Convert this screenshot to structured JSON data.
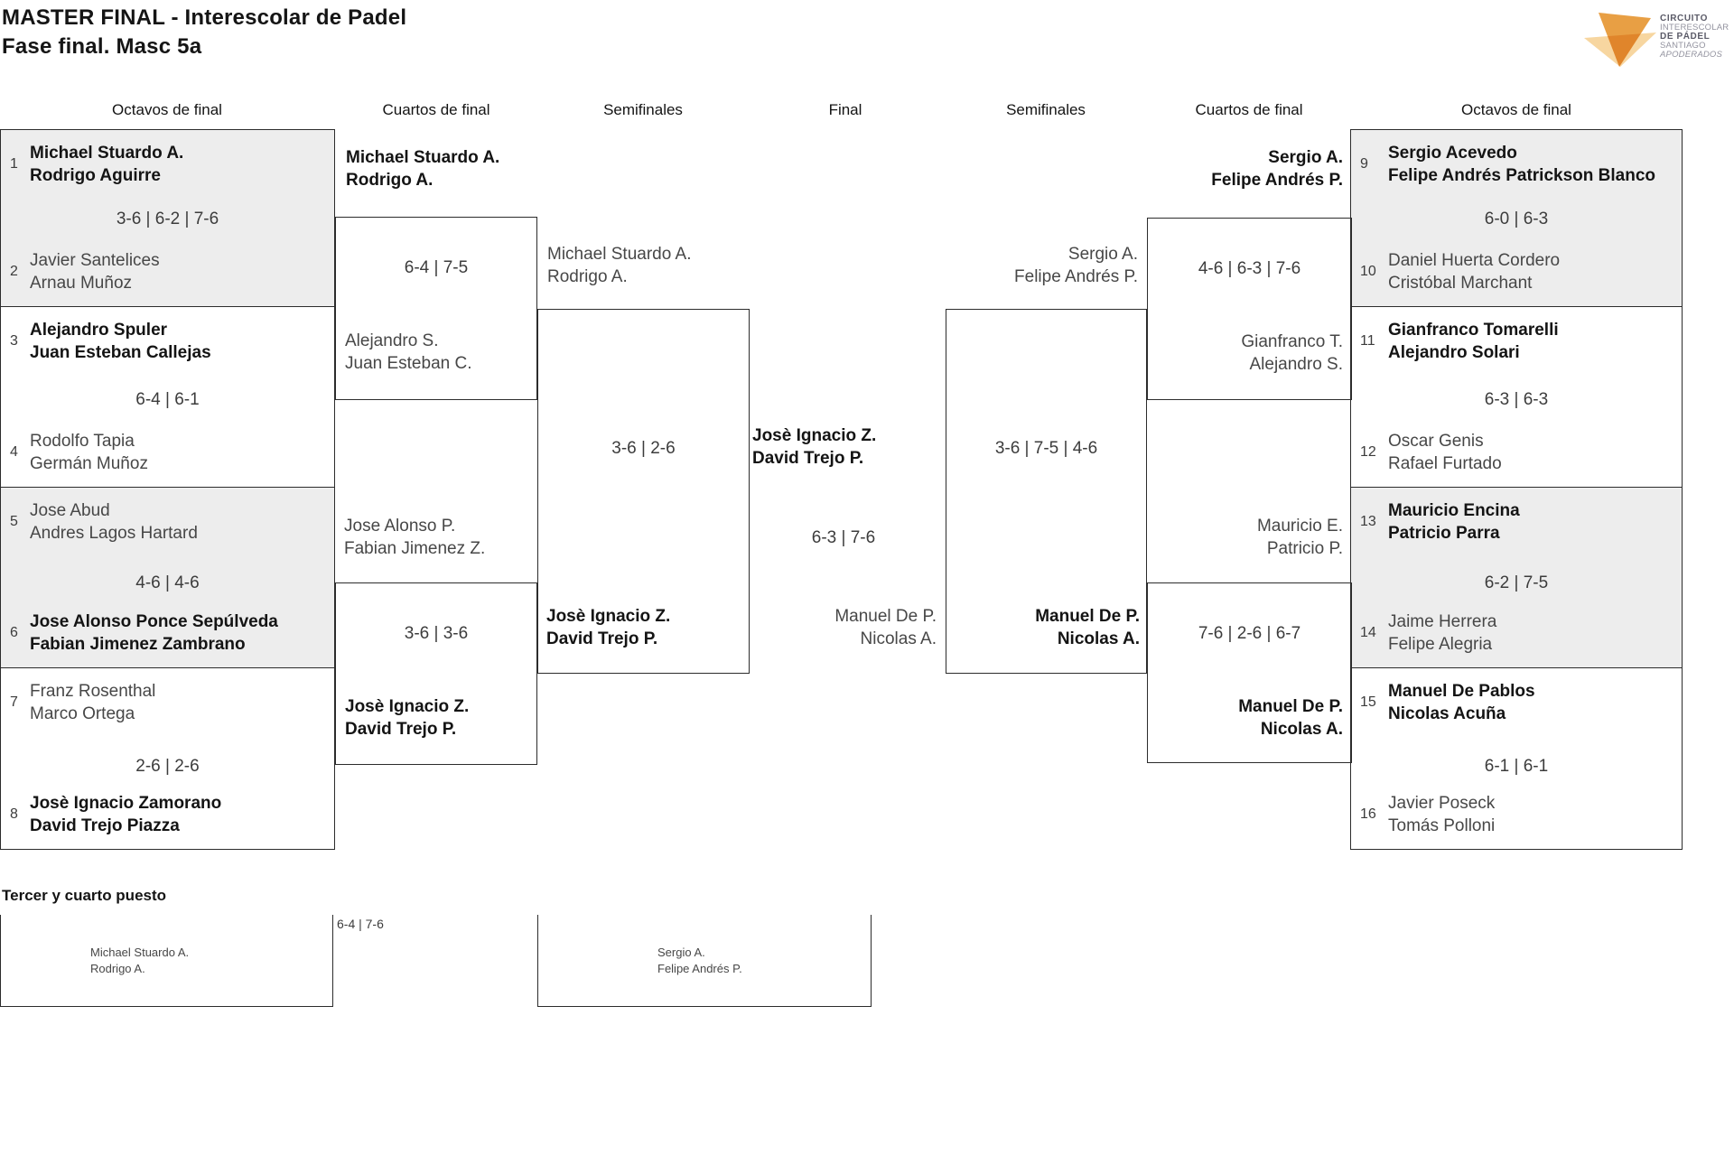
{
  "title": {
    "line1": "MASTER FINAL - Interescolar de Padel",
    "line2": "Fase final. Masc 5a"
  },
  "logo": {
    "l1": "CIRCUITO",
    "l2": "INTERESCOLAR",
    "l3": "DE PÁDEL",
    "l4": "SANTIAGO",
    "l5": "APODERADOS"
  },
  "headers": {
    "octavos_left": "Octavos de final",
    "cuartos_left": "Cuartos de final",
    "semis_left": "Semifinales",
    "final": "Final",
    "semis_right": "Semifinales",
    "cuartos_right": "Cuartos de final",
    "octavos_right": "Octavos de final"
  },
  "octavos_left": {
    "m12": {
      "seed_top": "1",
      "top": [
        "Michael Stuardo A.",
        "Rodrigo Aguirre"
      ],
      "score": "3-6 | 6-2 | 7-6",
      "seed_bot": "2",
      "bot": [
        "Javier Santelices",
        "Arnau Muñoz"
      ]
    },
    "m34": {
      "seed_top": "3",
      "top": [
        "Alejandro Spuler",
        "Juan Esteban Callejas"
      ],
      "score": "6-4 | 6-1",
      "seed_bot": "4",
      "bot": [
        "Rodolfo Tapia",
        "Germán Muñoz"
      ]
    },
    "m56": {
      "seed_top": "5",
      "top": [
        "Jose Abud",
        "Andres Lagos Hartard"
      ],
      "score": "4-6 | 4-6",
      "seed_bot": "6",
      "bot": [
        "Jose Alonso Ponce Sepúlveda",
        "Fabian Jimenez Zambrano"
      ]
    },
    "m78": {
      "seed_top": "7",
      "top": [
        "Franz Rosenthal",
        "Marco Ortega"
      ],
      "score": "2-6 | 2-6",
      "seed_bot": "8",
      "bot": [
        "Josè Ignacio Zamorano",
        "David Trejo Piazza"
      ]
    }
  },
  "octavos_right": {
    "m910": {
      "seed_top": "9",
      "top": [
        "Sergio Acevedo",
        "Felipe Andrés Patrickson Blanco"
      ],
      "score": "6-0 | 6-3",
      "seed_bot": "10",
      "bot": [
        "Daniel Huerta Cordero",
        "Cristóbal Marchant"
      ]
    },
    "m1112": {
      "seed_top": "11",
      "top": [
        "Gianfranco Tomarelli",
        "Alejandro Solari"
      ],
      "score": "6-3 | 6-3",
      "seed_bot": "12",
      "bot": [
        "Oscar Genis",
        "Rafael Furtado"
      ]
    },
    "m1314": {
      "seed_top": "13",
      "top": [
        "Mauricio Encina",
        "Patricio Parra"
      ],
      "score": "6-2 | 7-5",
      "seed_bot": "14",
      "bot": [
        "Jaime Herrera",
        "Felipe Alegria"
      ]
    },
    "m1516": {
      "seed_top": "15",
      "top": [
        "Manuel De Pablos",
        "Nicolas Acuña"
      ],
      "score": "6-1 | 6-1",
      "seed_bot": "16",
      "bot": [
        "Javier Poseck",
        "Tomás Polloni"
      ]
    }
  },
  "cuartos_left": {
    "m1": {
      "top": [
        "Michael Stuardo A.",
        "Rodrigo A."
      ],
      "score": "6-4 | 7-5",
      "bot": [
        "Alejandro S.",
        "Juan Esteban C."
      ]
    },
    "m2": {
      "top": [
        "Jose Alonso P.",
        "Fabian Jimenez Z."
      ],
      "score": "3-6 | 3-6",
      "bot": [
        "Josè Ignacio Z.",
        "David Trejo P."
      ]
    }
  },
  "semis_left": {
    "top": [
      "Michael Stuardo A.",
      "Rodrigo A."
    ],
    "score": "3-6 | 2-6",
    "bot": [
      "Josè Ignacio Z.",
      "David Trejo P."
    ]
  },
  "final": {
    "top": [
      "Josè Ignacio Z.",
      "David Trejo P."
    ],
    "score": "6-3 | 7-6",
    "bot": [
      "Manuel De P.",
      "Nicolas A."
    ]
  },
  "semis_right": {
    "top": [
      "Sergio A.",
      "Felipe Andrés P."
    ],
    "score": "3-6 | 7-5 | 4-6",
    "bot": [
      "Manuel De P.",
      "Nicolas A."
    ]
  },
  "cuartos_right": {
    "m1": {
      "top": [
        "Sergio A.",
        "Felipe Andrés P."
      ],
      "score": "4-6 | 6-3 | 7-6",
      "bot": [
        "Gianfranco T.",
        "Alejandro S."
      ]
    },
    "m2": {
      "top": [
        "Mauricio E.",
        "Patricio P."
      ],
      "score": "7-6 | 2-6 | 6-7",
      "bot": [
        "Manuel De P.",
        "Nicolas A."
      ]
    }
  },
  "third_place": {
    "heading": "Tercer y cuarto puesto",
    "score": "6-4 | 7-6",
    "left": [
      "Michael Stuardo A.",
      "Rodrigo A."
    ],
    "right": [
      "Sergio A.",
      "Felipe Andrés P."
    ]
  },
  "colors": {
    "shaded": "#ededed",
    "border": "#2c2c2c",
    "logo_orange": "#e79a3a",
    "logo_light": "#f7d6a0"
  }
}
